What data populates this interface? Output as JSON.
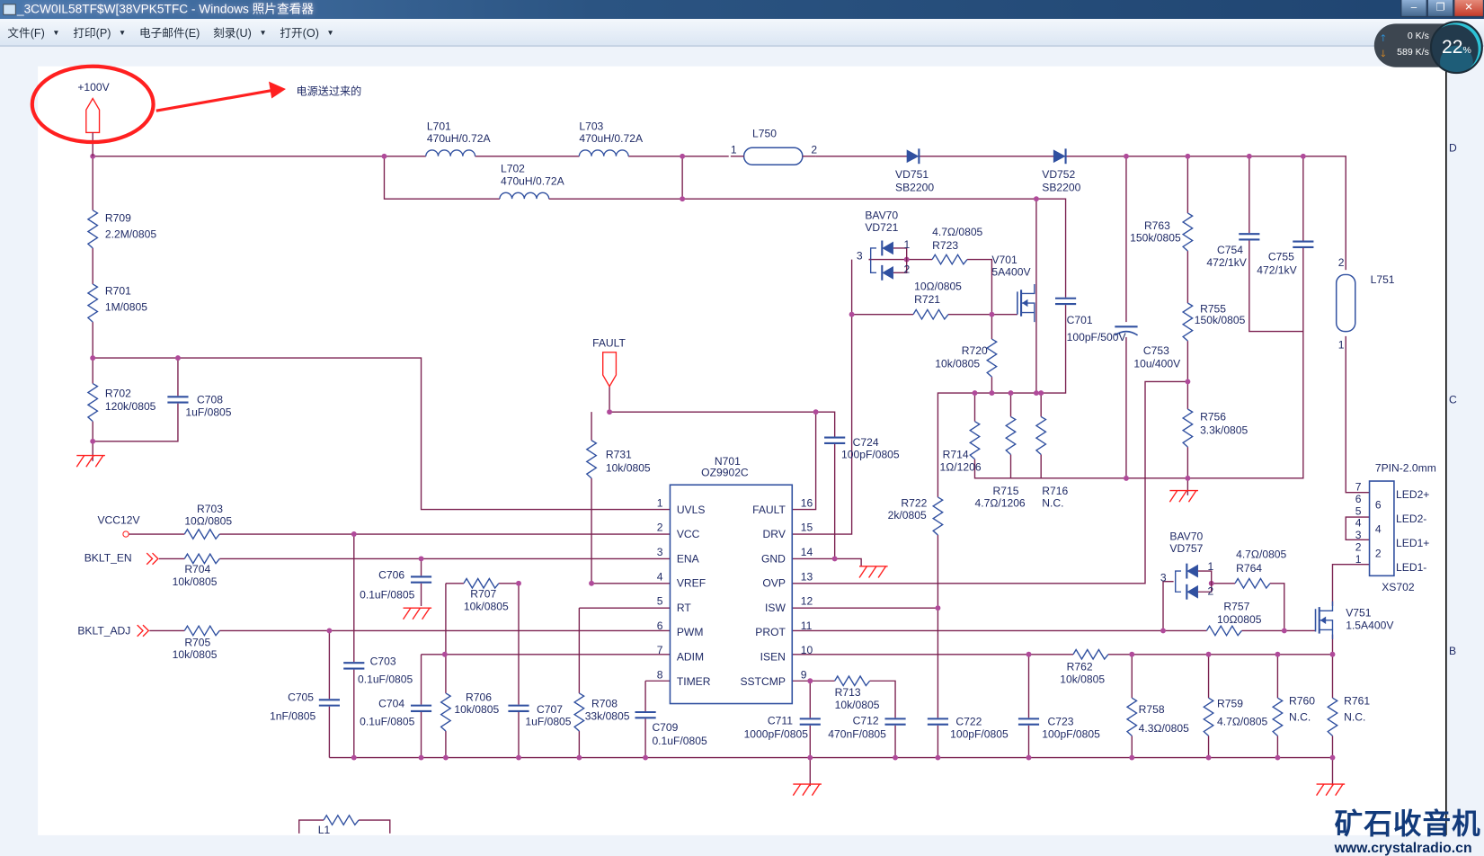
{
  "window": {
    "title": "_3CW0IL58TF$W[38VPK5TFC - Windows 照片查看器",
    "minimize": "–",
    "restore": "❐",
    "close": "✕"
  },
  "menu": [
    {
      "label": "文件(F)",
      "dropdown": true
    },
    {
      "label": "打印(P)",
      "dropdown": true
    },
    {
      "label": "电子邮件(E)",
      "dropdown": false
    },
    {
      "label": "刻录(U)",
      "dropdown": true
    },
    {
      "label": "打开(O)",
      "dropdown": true
    }
  ],
  "net_widget": {
    "upload": "0 K/s",
    "download": "589 K/s",
    "percent": "22",
    "percent_unit": "%"
  },
  "annotation": {
    "text": "电源送过来的",
    "color": "#ff2020"
  },
  "colors": {
    "wire": "#7b2150",
    "component": "#3050a0",
    "text": "#1f2a66",
    "ground": "#ff2020",
    "net_red": "#e02020"
  },
  "border_letters": [
    "D",
    "C",
    "B"
  ],
  "nets": {
    "v100": "+100V",
    "fault": "FAULT",
    "vcc12": "VCC12V",
    "bklt_en": "BKLT_EN",
    "bklt_adj": "BKLT_ADJ"
  },
  "ic": {
    "ref": "N701",
    "part": "OZ9902C",
    "left_pins": [
      {
        "n": "1",
        "name": "UVLS"
      },
      {
        "n": "2",
        "name": "VCC"
      },
      {
        "n": "3",
        "name": "ENA"
      },
      {
        "n": "4",
        "name": "VREF"
      },
      {
        "n": "5",
        "name": "RT"
      },
      {
        "n": "6",
        "name": "PWM"
      },
      {
        "n": "7",
        "name": "ADIM"
      },
      {
        "n": "8",
        "name": "TIMER"
      }
    ],
    "right_pins": [
      {
        "n": "16",
        "name": "FAULT"
      },
      {
        "n": "15",
        "name": "DRV"
      },
      {
        "n": "14",
        "name": "GND"
      },
      {
        "n": "13",
        "name": "OVP"
      },
      {
        "n": "12",
        "name": "ISW"
      },
      {
        "n": "11",
        "name": "PROT"
      },
      {
        "n": "10",
        "name": "ISEN"
      },
      {
        "n": "9",
        "name": "SSTCMP"
      }
    ]
  },
  "connector": {
    "ref": "XS702",
    "type": "7PIN-2.0mm",
    "outer_pins": [
      "7",
      "6",
      "5",
      "4",
      "3",
      "2",
      "1"
    ],
    "inner_pins": [
      "6",
      "4",
      "2"
    ],
    "signals": [
      "LED2+",
      "LED2-",
      "LED1+",
      "LED1-"
    ]
  },
  "components": [
    {
      "ref": "R709",
      "value": "2.2M/0805"
    },
    {
      "ref": "R701",
      "value": "1M/0805"
    },
    {
      "ref": "R702",
      "value": "120k/0805"
    },
    {
      "ref": "C708",
      "value": "1uF/0805"
    },
    {
      "ref": "L701",
      "value": "470uH/0.72A"
    },
    {
      "ref": "L703",
      "value": "470uH/0.72A"
    },
    {
      "ref": "L702",
      "value": "470uH/0.72A"
    },
    {
      "ref": "L750",
      "value": ""
    },
    {
      "ref": "VD751",
      "value": "SB2200"
    },
    {
      "ref": "VD752",
      "value": "SB2200"
    },
    {
      "ref": "R763",
      "value": "150k/0805"
    },
    {
      "ref": "C754",
      "value": "472/1kV"
    },
    {
      "ref": "C755",
      "value": "472/1kV"
    },
    {
      "ref": "L751",
      "value": ""
    },
    {
      "ref": "R755",
      "value": "150k/0805"
    },
    {
      "ref": "C753",
      "value": "10u/400V"
    },
    {
      "ref": "C701",
      "value": "100pF/500V"
    },
    {
      "ref": "V701",
      "value": "5A400V"
    },
    {
      "ref": "VD721",
      "value": "BAV70"
    },
    {
      "ref": "R723",
      "value": "4.7Ω/0805"
    },
    {
      "ref": "R721",
      "value": "10Ω/0805"
    },
    {
      "ref": "R720",
      "value": "10k/0805"
    },
    {
      "ref": "R714",
      "value": "1Ω/1206"
    },
    {
      "ref": "R715",
      "value": "4.7Ω/1206"
    },
    {
      "ref": "R716",
      "value": "N.C."
    },
    {
      "ref": "R756",
      "value": "3.3k/0805"
    },
    {
      "ref": "R722",
      "value": "2k/0805"
    },
    {
      "ref": "R731",
      "value": "10k/0805"
    },
    {
      "ref": "C724",
      "value": "100pF/0805"
    },
    {
      "ref": "R703",
      "value": "10Ω/0805"
    },
    {
      "ref": "R704",
      "value": "10k/0805"
    },
    {
      "ref": "R705",
      "value": "10k/0805"
    },
    {
      "ref": "C706",
      "value": "0.1uF/0805"
    },
    {
      "ref": "R707",
      "value": "10k/0805"
    },
    {
      "ref": "C703",
      "value": "0.1uF/0805"
    },
    {
      "ref": "C705",
      "value": "1nF/0805"
    },
    {
      "ref": "C704",
      "value": "0.1uF/0805"
    },
    {
      "ref": "R706",
      "value": "10k/0805"
    },
    {
      "ref": "C707",
      "value": "1uF/0805"
    },
    {
      "ref": "R708",
      "value": "33k/0805"
    },
    {
      "ref": "C709",
      "value": "0.1uF/0805"
    },
    {
      "ref": "R713",
      "value": "10k/0805"
    },
    {
      "ref": "C711",
      "value": "1000pF/0805"
    },
    {
      "ref": "C712",
      "value": "470nF/0805"
    },
    {
      "ref": "C722",
      "value": "100pF/0805"
    },
    {
      "ref": "C723",
      "value": "100pF/0805"
    },
    {
      "ref": "R762",
      "value": "10k/0805"
    },
    {
      "ref": "R758",
      "value": "4.3Ω/0805"
    },
    {
      "ref": "R759",
      "value": "4.7Ω/0805"
    },
    {
      "ref": "R760",
      "value": "N.C."
    },
    {
      "ref": "R761",
      "value": "N.C."
    },
    {
      "ref": "VD757",
      "value": "BAV70"
    },
    {
      "ref": "R764",
      "value": "4.7Ω/0805"
    },
    {
      "ref": "R757",
      "value": "10Ω0805"
    },
    {
      "ref": "V751",
      "value": "1.5A400V"
    }
  ],
  "partial_bottom_label": "L1",
  "logo": {
    "cn": "矿石收音机",
    "url": "www.crystalradio.cn"
  }
}
